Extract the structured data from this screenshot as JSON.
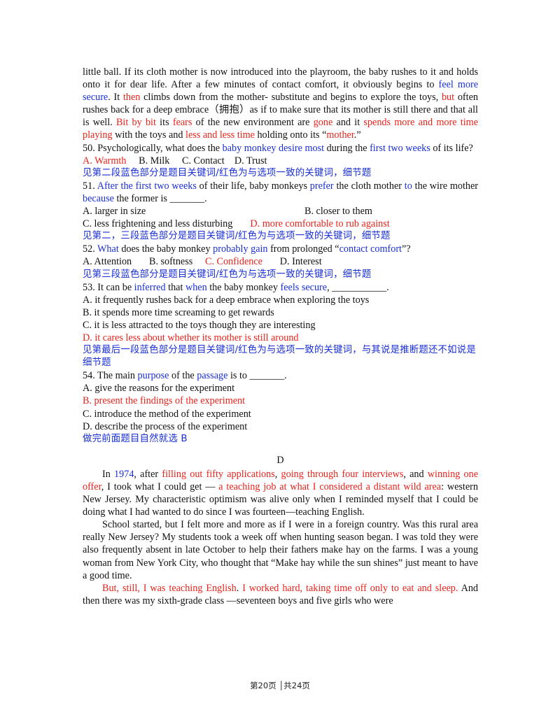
{
  "passage_c_end": [
    {
      "t": "little ball. If its cloth mother is now introduced into the playroom, the baby rushes to it and holds onto it for dear life. After a few minutes of contact comfort, it obviously begins to "
    },
    {
      "t": "feel more secure",
      "c": "b"
    },
    {
      "t": ". It "
    },
    {
      "t": "then",
      "c": "r"
    },
    {
      "t": " climbs down from the mother- substitute and begins to explore the toys, "
    },
    {
      "t": "but",
      "c": "r"
    },
    {
      "t": " often rushes back for a deep embrace（拥抱）as if to make sure that its mother is still there and that all is well. "
    },
    {
      "t": "Bit by bit",
      "c": "r"
    },
    {
      "t": " its "
    },
    {
      "t": "fears",
      "c": "r"
    },
    {
      "t": " of the new environment are "
    },
    {
      "t": "gone",
      "c": "r"
    },
    {
      "t": " and it "
    },
    {
      "t": "spends more and more time playing",
      "c": "r"
    },
    {
      "t": " with the toys and "
    },
    {
      "t": "less and less time",
      "c": "r"
    },
    {
      "t": " holding onto its “"
    },
    {
      "t": "mother",
      "c": "r"
    },
    {
      "t": ".”"
    }
  ],
  "q50": {
    "stem": [
      {
        "t": "50. Psychologically, what does the "
      },
      {
        "t": "baby monkey desire most",
        "c": "b"
      },
      {
        "t": " during the "
      },
      {
        "t": "first two weeks",
        "c": "b"
      },
      {
        "t": " of its life?"
      }
    ],
    "options": [
      {
        "t": "A. Warmth",
        "c": "r"
      },
      {
        "t": "     B. Milk     C. Contact    D. Trust"
      }
    ],
    "note": "见第二段蓝色部分是题目关键词/红色为与选项一致的关键词，细节题"
  },
  "q51": {
    "stem": [
      {
        "t": "51. "
      },
      {
        "t": "After the first two weeks",
        "c": "b"
      },
      {
        "t": " of their life, baby monkeys "
      },
      {
        "t": "prefer",
        "c": "b"
      },
      {
        "t": " the cloth mother "
      },
      {
        "t": "to",
        "c": "b"
      },
      {
        "t": " the wire mother "
      },
      {
        "t": "because",
        "c": "b"
      },
      {
        "t": " the former is _______."
      }
    ],
    "opt_a": "A. larger in size",
    "opt_b": "B. closer to them",
    "opt_c": "C. less frightening and less disturbing",
    "opt_d": "D. more comfortable to rub against",
    "note": "见第二，三段蓝色部分是题目关键词/红色为与选项一致的关键词，细节题"
  },
  "q52": {
    "stem": [
      {
        "t": "52. "
      },
      {
        "t": "What",
        "c": "b"
      },
      {
        "t": " does the baby monkey "
      },
      {
        "t": "probably gain",
        "c": "b"
      },
      {
        "t": " from prolonged “"
      },
      {
        "t": "contact comfort",
        "c": "b"
      },
      {
        "t": "”?"
      }
    ],
    "options": [
      {
        "t": "A. Attention       B. softness     "
      },
      {
        "t": "C. Confidence",
        "c": "r"
      },
      {
        "t": "       D. Interest"
      }
    ],
    "note": "见第三段蓝色部分是题目关键词/红色为与选项一致的关键词，细节题"
  },
  "q53": {
    "stem": [
      {
        "t": "53. It can be "
      },
      {
        "t": "inferred",
        "c": "b"
      },
      {
        "t": " that "
      },
      {
        "t": "when",
        "c": "b"
      },
      {
        "t": " the baby monkey "
      },
      {
        "t": "feels secure",
        "c": "b"
      },
      {
        "t": ", ___________."
      }
    ],
    "opt_a": "A. it frequently rushes back for a deep embrace when exploring the toys",
    "opt_b": "B. it spends more time screaming to get rewards",
    "opt_c": "C. it is less attracted to the toys though they are interesting",
    "opt_d": "D. it cares less about whether its mother is still around",
    "note": "见第最后一段蓝色部分是题目关键词/红色为与选项一致的关键词，与其说是推断题还不如说是细节题"
  },
  "q54": {
    "stem": [
      {
        "t": "54. The main "
      },
      {
        "t": "purpose",
        "c": "b"
      },
      {
        "t": " of the "
      },
      {
        "t": "passage",
        "c": "b"
      },
      {
        "t": " is to _______."
      }
    ],
    "opt_a": "A. give the reasons for the experiment",
    "opt_b": "B. present the findings of the experiment",
    "opt_c": "C. introduce the method of the experiment",
    "opt_d": "D. describe the process of the experiment",
    "note": "做完前面题目自然就选 B"
  },
  "section_d": {
    "heading": "D",
    "para1": [
      {
        "t": "In "
      },
      {
        "t": "1974",
        "c": "b"
      },
      {
        "t": ", after "
      },
      {
        "t": "filling out fifty applications",
        "c": "r"
      },
      {
        "t": ", "
      },
      {
        "t": "going through four interviews",
        "c": "r"
      },
      {
        "t": ", and "
      },
      {
        "t": "winning one offer",
        "c": "r"
      },
      {
        "t": ", I took what I could get — "
      },
      {
        "t": "a teaching job at what I considered a distant wild area",
        "c": "r"
      },
      {
        "t": ": western New Jersey. My characteristic optimism was alive only when I reminded myself that I could be doing what I had wanted to do since I was fourteen—teaching English."
      }
    ],
    "para2": " School started, but I felt more and more as if I were in a foreign country. Was this rural area really New Jersey? My students took a week off when hunting season began. I was told they were also frequently absent in late October to help their fathers make hay on the farms. I was a young woman from New York City, who thought that “Make hay while the sun shines” just meant to have a good time.",
    "para3": [
      {
        "t": "But, still, I was teaching English",
        "c": "r"
      },
      {
        "t": ". "
      },
      {
        "t": "I worked hard, taking time off only to eat and sleep.",
        "c": "r"
      },
      {
        "t": " And then there was my sixth-grade class —seventeen boys and five girls who were"
      }
    ]
  },
  "footer": "第20页 │共24页",
  "colors": {
    "red": "#e8231b",
    "blue": "#1a2fd6"
  }
}
